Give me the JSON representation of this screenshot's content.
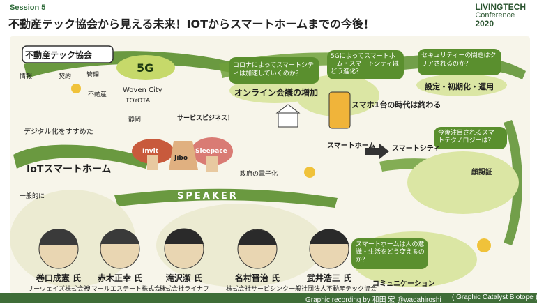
{
  "header": {
    "session": "Session 5",
    "title": "不動産テック協会から見える未来！IOTからスマートホームまでの今後！",
    "brand_line1": "LIVINGTECH",
    "brand_line2": "Conference",
    "brand_line3": "2020"
  },
  "topics": {
    "fudosan_tech": "不動産テック協会",
    "info": "情報",
    "keiyaku": "契約",
    "kanri": "管理",
    "digital": "デジタル化をすすめた",
    "iot_smarthome": "IoTスマートホーム",
    "ippanteki": "一般的に",
    "fudosan": "不動産",
    "five_g": "5G",
    "woven_city": "Woven City",
    "toyota": "TOYOTA",
    "shizuoka": "静岡",
    "service_biz": "サービスビジネス！",
    "corona_q": "コロナによってスマートシティは加速していくのか？",
    "online": "オンライン会議の増加",
    "five_g_q": "5Gによってスマートホーム・スマートシティはどう進化？",
    "sumaho": "スマホ1台の時代は終わる",
    "smart_home": "スマートホーム",
    "smart_city": "スマートシティ",
    "security_q": "セキュリティーの問題はクリアされるのか？",
    "settei": "設定・初期化・運用",
    "tech_q": "今後注目されるスマートテクノロジーは？",
    "hakkaku": "顔認証",
    "govt": "政府の電子化",
    "smarthome_q": "スマートホームは人の意識・生活をどう変えるのか？",
    "communication": "コミュニケーション",
    "invit": "Invit",
    "jibo": "Jibo",
    "sleepace": "Sleepace",
    "speaker": "SPEAKER"
  },
  "speakers": [
    {
      "name": "巻口成憲 氏",
      "company": "リーウェイズ株式会社"
    },
    {
      "name": "赤木正幸 氏",
      "company": "リマールエステート株式会社"
    },
    {
      "name": "滝沢潔 氏",
      "company": "株式会社ライナフ"
    },
    {
      "name": "名村晋治 氏",
      "company": "株式会社サービシンク"
    },
    {
      "name": "武井浩三 氏",
      "company": "一般社団法人不動産テック協会"
    }
  ],
  "footer": {
    "credit": "Graphic recording by 和田 宏 @wadahiroshi",
    "org": "( Graphic Catalyst Biotope )"
  },
  "colors": {
    "accent_green": "#5a8f2e",
    "light_green": "#c6d96a",
    "brand_green": "#2b5530",
    "footer_green": "#3f6d38"
  }
}
